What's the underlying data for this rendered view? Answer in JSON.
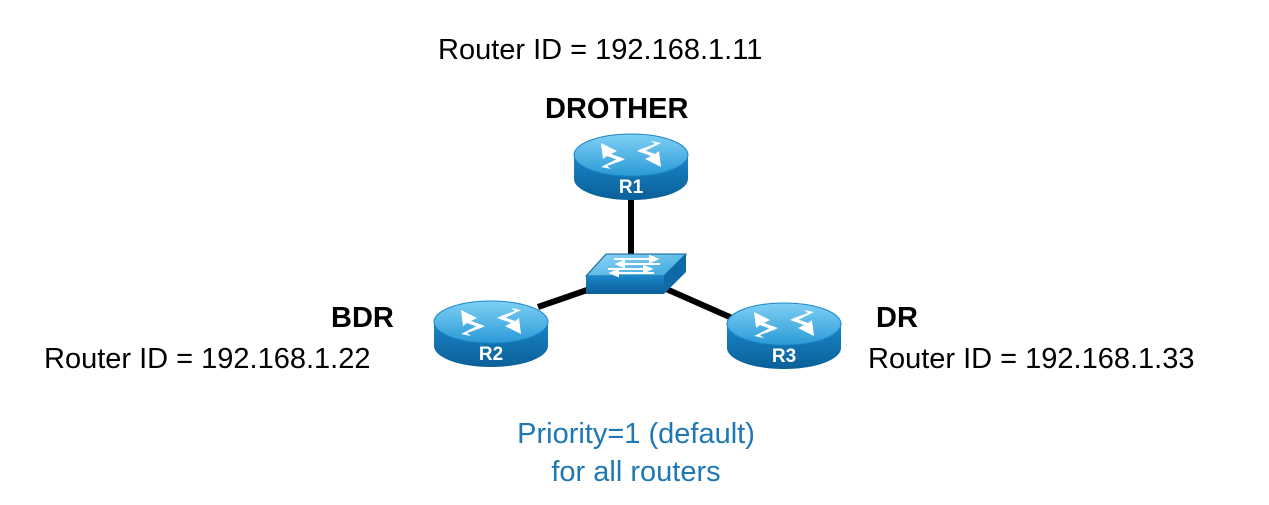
{
  "routers": {
    "r1": {
      "label": "R1",
      "role": "DROTHER",
      "router_id": "Router ID = 192.168.1.11"
    },
    "r2": {
      "label": "R2",
      "role": "BDR",
      "router_id": "Router ID = 192.168.1.22"
    },
    "r3": {
      "label": "R3",
      "role": "DR",
      "router_id": "Router ID = 192.168.1.33"
    }
  },
  "note": {
    "line1": "Priority=1 (default)",
    "line2": "for all routers"
  },
  "colors": {
    "router_top": "#2b9fd6",
    "router_side": "#1178b8",
    "switch": "#1f8fc8",
    "link": "#000000",
    "note_text": "#1f77b4"
  },
  "icons": {
    "router": "cisco-router-icon",
    "switch": "cisco-switch-icon"
  }
}
